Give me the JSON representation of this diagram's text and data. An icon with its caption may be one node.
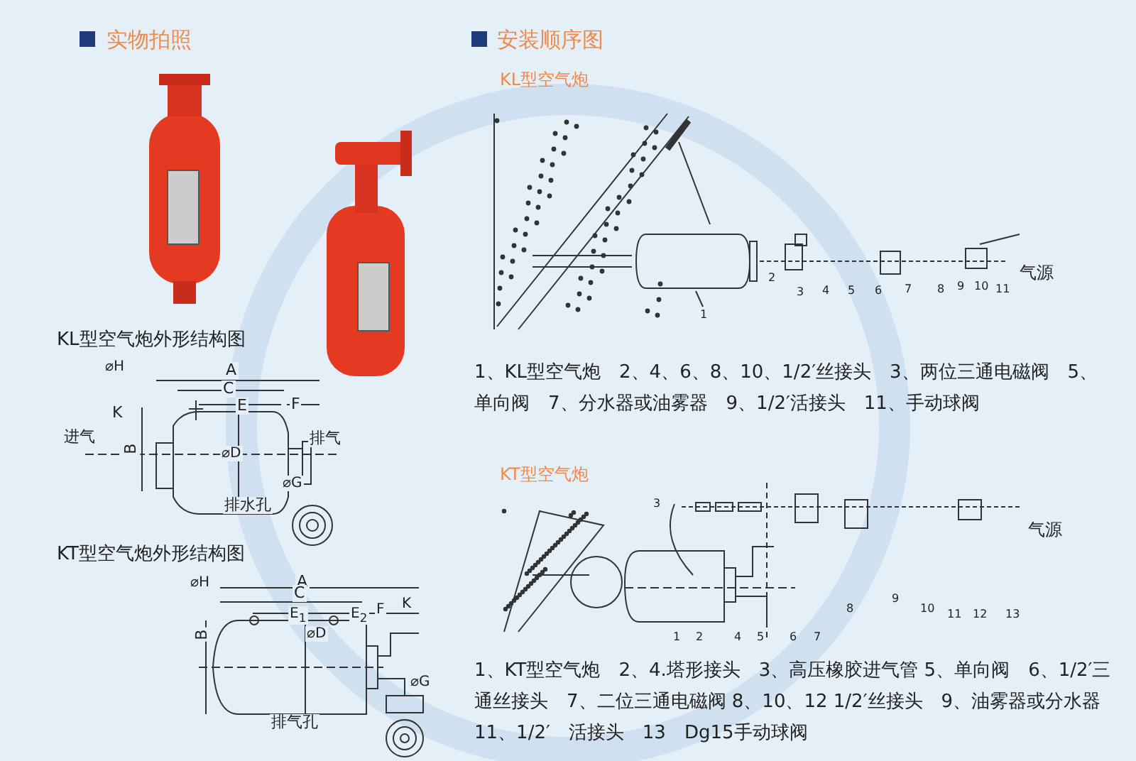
{
  "diagram": {
    "labels": [
      "实物拍照",
      "安装顺序图",
      "KL型空气炮",
      "KL型空气炮外形结构图",
      "⌀H",
      "A",
      "C",
      "E",
      "F",
      "K",
      "进气",
      "B",
      "⌀D",
      "排气",
      "⌀G",
      "排水孔",
      "1",
      "2",
      "3",
      "4",
      "5",
      "6",
      "7",
      "8",
      "9",
      "10",
      "11",
      "气源",
      "1、KL型空气炮　2、4、6、8、10、1/2′丝接头　3、两位三通电磁阀　5、单向阀　7、分水器或油雾器　9、1/2′活接头　11、手动球阀",
      "KT型空气炮",
      "3",
      "1",
      "2",
      "4",
      "5",
      "6",
      "7",
      "8",
      "9",
      "10",
      "11",
      "12",
      "13",
      "气源",
      "KT型空气炮外形结构图",
      "⌀H",
      "A",
      "C",
      "E$_{1}$",
      "E$_{2}$",
      "F",
      "K",
      "B",
      "⌀D",
      "⌀G",
      "排气孔",
      "1、KT型空气炮　2、4.塔形接头　3、高压橡胶进气管 5、单向阀　6、1/2′三通丝接头　7、二位三通电磁阀 8、10、12 1/2′丝接头　9、油雾器或分水器　11、1/2′　活接头　13　Dg15手动球阀"
    ]
  }
}
